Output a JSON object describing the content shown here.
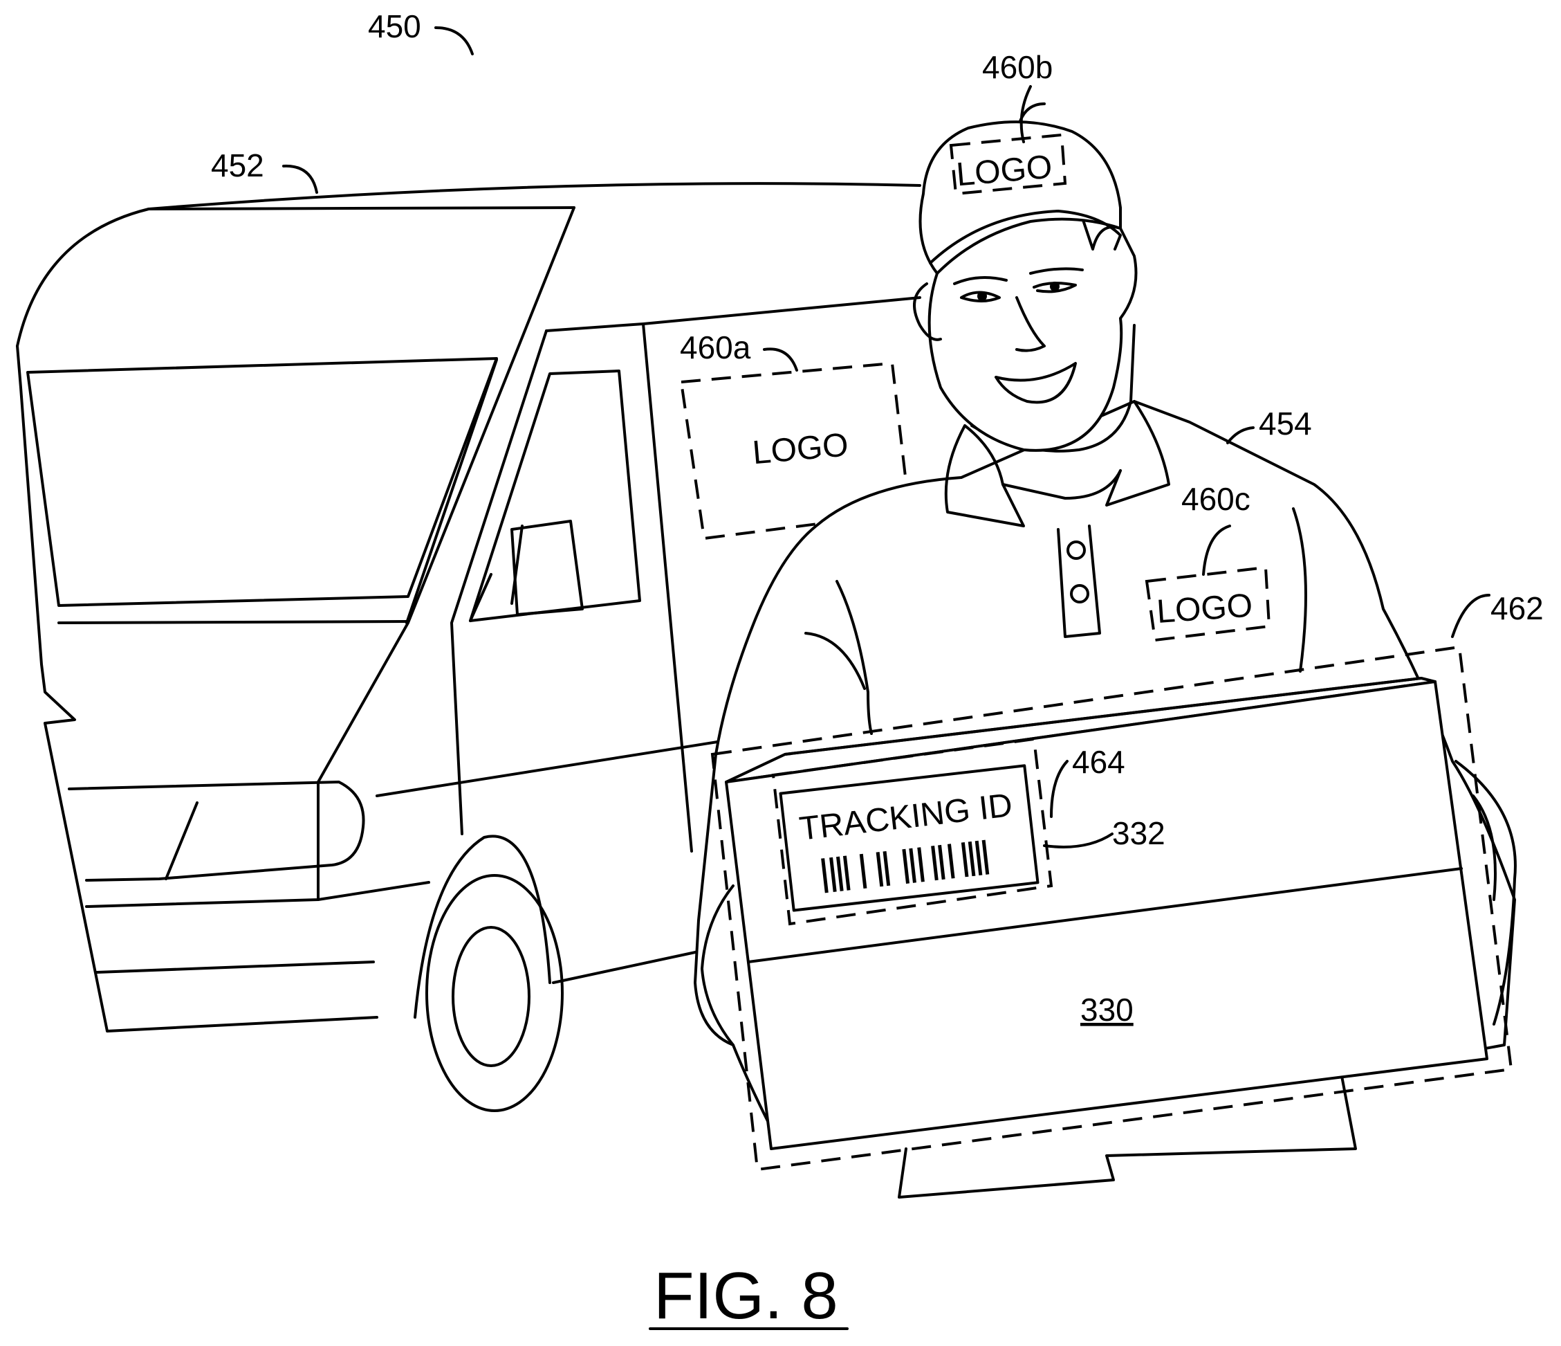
{
  "figure": {
    "caption": "FIG. 8",
    "refs": {
      "system": "450",
      "vehicle": "452",
      "person": "454",
      "logo_vehicle": "460a",
      "logo_cap": "460b",
      "logo_shirt": "460c",
      "package_region": "462",
      "label_region": "464",
      "package": "330",
      "label": "332"
    },
    "texts": {
      "logo_vehicle": "LOGO",
      "logo_cap": "LOGO",
      "logo_shirt": "LOGO",
      "tracking": "TRACKING ID"
    }
  }
}
